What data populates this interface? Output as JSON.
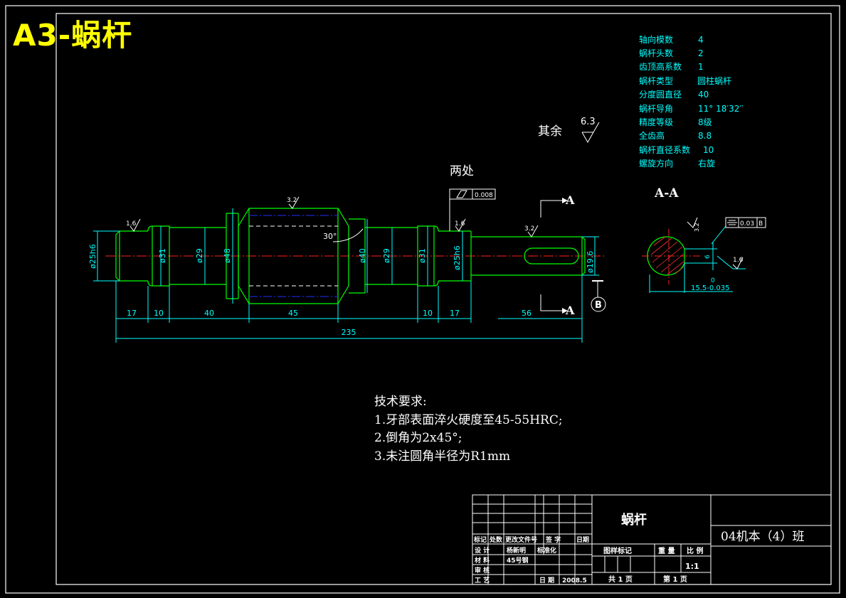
{
  "sheet_title": "A3-蜗杆",
  "params": [
    {
      "label": "轴向模数",
      "value": "4"
    },
    {
      "label": "蜗杆头数",
      "value": "2"
    },
    {
      "label": "齿顶高系数",
      "value": "1"
    },
    {
      "label": "蜗杆类型",
      "value": "圆柱蜗杆"
    },
    {
      "label": "分度圆直径",
      "value": "40"
    },
    {
      "label": "蜗杆导角",
      "value": "11° 18′32′′"
    },
    {
      "label": "精度等级",
      "value": "8级"
    },
    {
      "label": "全齿高",
      "value": "8.8"
    },
    {
      "label": "蜗杆直径系数",
      "value": "10"
    },
    {
      "label": "螺旋方向",
      "value": "右旋"
    }
  ],
  "notes": {
    "qiyu": "其余",
    "qiyu_roughness": "6.3",
    "liangchu": "两处",
    "section_label": "A-A",
    "arrow_a": "A",
    "datum_b": "B",
    "angle": "30°"
  },
  "roughness": {
    "r1": "1.6",
    "r2": "3.2",
    "r3": "1.6",
    "r4": "3.2",
    "r5": "1.6",
    "r6": "3.2"
  },
  "tolerances": {
    "runout": "0.008",
    "symmetry_value": "0.03",
    "symmetry_datum": "B"
  },
  "dims": {
    "d_left": "ø25h6",
    "d31a": "ø31",
    "d29a": "ø29",
    "d48": "ø48",
    "d40": "ø40",
    "d29b": "ø29",
    "d31b": "ø31",
    "d_right": "ø25h6",
    "d_end": "ø19.6",
    "l17a": "17",
    "l10a": "10",
    "l40": "40",
    "l45": "45",
    "l10b": "10",
    "l17b": "17",
    "l56": "56",
    "total": "235",
    "keyway_w": "6",
    "keyway_d": "15.5-0.035",
    "zero": "0"
  },
  "tech": {
    "heading": "技术要求:",
    "items": [
      "1.牙部表面淬火硬度至45-55HRC;",
      "2.倒角为2x45°;",
      "3.未注圆角半径为R1mm"
    ]
  },
  "title_block": {
    "part_name": "蜗杆",
    "class_name": "04机本（4）班",
    "h_mark": "标记",
    "h_count": "处数",
    "h_file": "更改文件号",
    "h_sign": "签 字",
    "h_date": "日期",
    "design": "设 计",
    "designer": "杨新明",
    "standard": "标准化",
    "material_l": "材 料",
    "material": "45号钢",
    "review": "审 核",
    "process": "工 艺",
    "date_l": "日 期",
    "date": "2008.5",
    "stage_mark": "图样标记",
    "weight": "重 量",
    "scale_l": "比 例",
    "scale": "1:1",
    "total_pages": "共 1 页",
    "page": "第 1 页"
  }
}
